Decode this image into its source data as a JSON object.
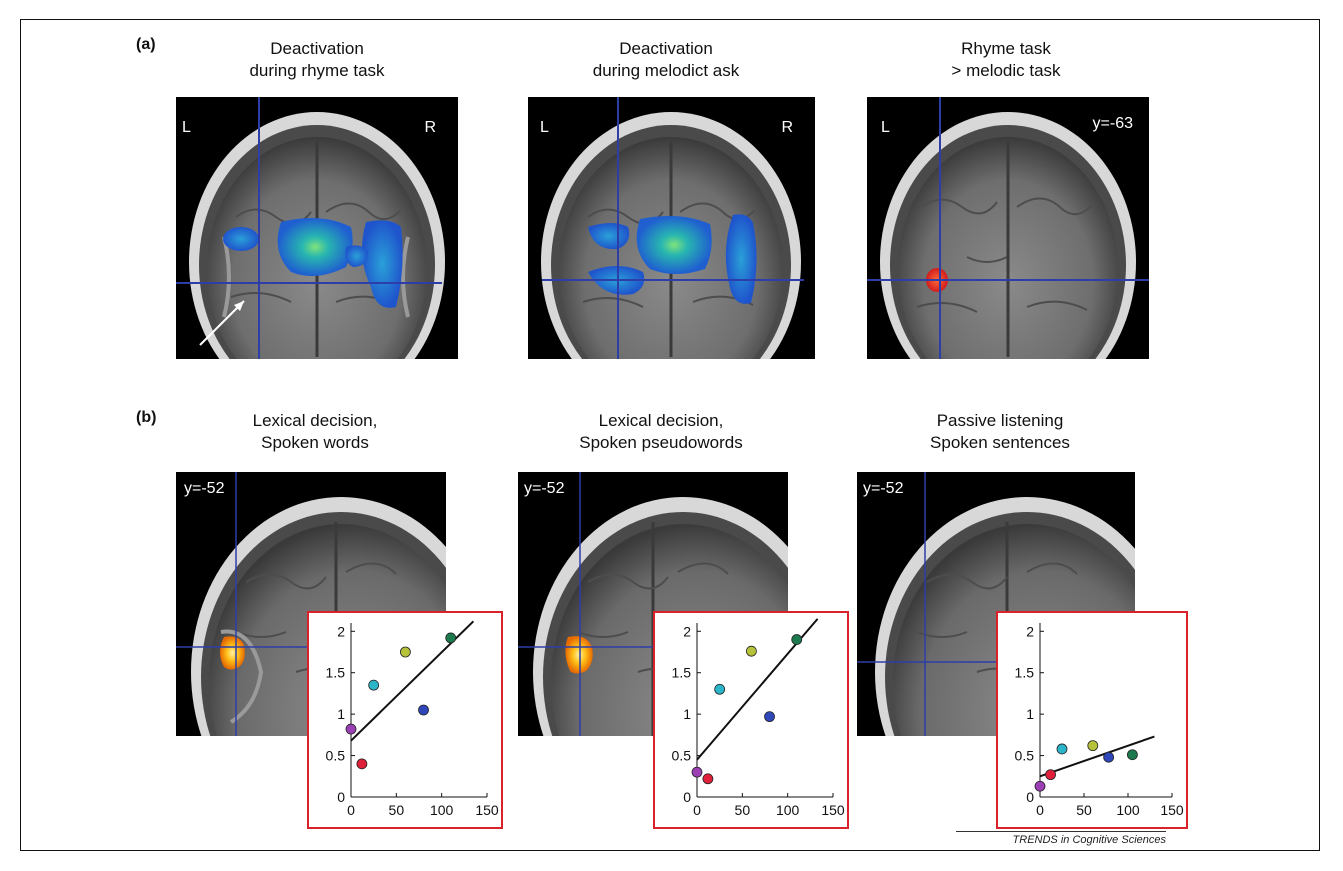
{
  "panel_a": {
    "label": "(a)",
    "panels": [
      {
        "title_line1": "Deactivation",
        "title_line2": "during rhyme task",
        "left_mark": "L",
        "right_mark": "R",
        "coord": ""
      },
      {
        "title_line1": "Deactivation",
        "title_line2": "during melodict ask",
        "left_mark": "L",
        "right_mark": "R",
        "coord": ""
      },
      {
        "title_line1": "Rhyme task",
        "title_line2": "> melodic task",
        "left_mark": "L",
        "right_mark": "",
        "coord": "y=-63"
      }
    ]
  },
  "panel_b": {
    "label": "(b)",
    "panels": [
      {
        "title_line1": "Lexical decision,",
        "title_line2": "Spoken words",
        "coord": "y=-52"
      },
      {
        "title_line1": "Lexical decision,",
        "title_line2": "Spoken pseudowords",
        "coord": "y=-52"
      },
      {
        "title_line1": "Passive listening",
        "title_line2": "Spoken sentences",
        "coord": "y=-52"
      }
    ]
  },
  "footer": "TRENDS in Cognitive Sciences",
  "colors": {
    "purple": "#9b3fb5",
    "red": "#e0203a",
    "cyan": "#2bb5c9",
    "yellow_green": "#b5c23a",
    "blue": "#2f47b8",
    "green": "#1d7a4e",
    "frame_red": "#d8232a"
  },
  "chart_data": [
    {
      "type": "scatter",
      "title": "",
      "xlabel": "",
      "ylabel": "",
      "xlim": [
        0,
        150
      ],
      "ylim": [
        0,
        2.1
      ],
      "xticks": [
        0,
        50,
        100,
        150
      ],
      "yticks": [
        0,
        0.5,
        1,
        1.5,
        2
      ],
      "points": [
        {
          "x": 0,
          "y": 0.82,
          "color": "#9b3fb5"
        },
        {
          "x": 12,
          "y": 0.4,
          "color": "#e0203a"
        },
        {
          "x": 25,
          "y": 1.35,
          "color": "#2bb5c9"
        },
        {
          "x": 60,
          "y": 1.75,
          "color": "#b5c23a"
        },
        {
          "x": 80,
          "y": 1.05,
          "color": "#2f47b8"
        },
        {
          "x": 110,
          "y": 1.92,
          "color": "#1d7a4e"
        }
      ],
      "fit": {
        "x1": 0,
        "y1": 0.68,
        "x2": 135,
        "y2": 2.12
      }
    },
    {
      "type": "scatter",
      "title": "",
      "xlabel": "",
      "ylabel": "",
      "xlim": [
        0,
        150
      ],
      "ylim": [
        0,
        2.1
      ],
      "xticks": [
        0,
        50,
        100,
        150
      ],
      "yticks": [
        0,
        0.5,
        1,
        1.5,
        2
      ],
      "points": [
        {
          "x": 0,
          "y": 0.3,
          "color": "#9b3fb5"
        },
        {
          "x": 12,
          "y": 0.22,
          "color": "#e0203a"
        },
        {
          "x": 25,
          "y": 1.3,
          "color": "#2bb5c9"
        },
        {
          "x": 60,
          "y": 1.76,
          "color": "#b5c23a"
        },
        {
          "x": 80,
          "y": 0.97,
          "color": "#2f47b8"
        },
        {
          "x": 110,
          "y": 1.9,
          "color": "#1d7a4e"
        }
      ],
      "fit": {
        "x1": 0,
        "y1": 0.45,
        "x2": 133,
        "y2": 2.15
      }
    },
    {
      "type": "scatter",
      "title": "",
      "xlabel": "",
      "ylabel": "",
      "xlim": [
        0,
        150
      ],
      "ylim": [
        0,
        2.1
      ],
      "xticks": [
        0,
        50,
        100,
        150
      ],
      "yticks": [
        0,
        0.5,
        1,
        1.5,
        2
      ],
      "points": [
        {
          "x": 0,
          "y": 0.13,
          "color": "#9b3fb5"
        },
        {
          "x": 12,
          "y": 0.27,
          "color": "#e0203a"
        },
        {
          "x": 25,
          "y": 0.58,
          "color": "#2bb5c9"
        },
        {
          "x": 60,
          "y": 0.62,
          "color": "#b5c23a"
        },
        {
          "x": 78,
          "y": 0.48,
          "color": "#2f47b8"
        },
        {
          "x": 105,
          "y": 0.51,
          "color": "#1d7a4e"
        }
      ],
      "fit": {
        "x1": 0,
        "y1": 0.25,
        "x2": 130,
        "y2": 0.73
      }
    }
  ]
}
